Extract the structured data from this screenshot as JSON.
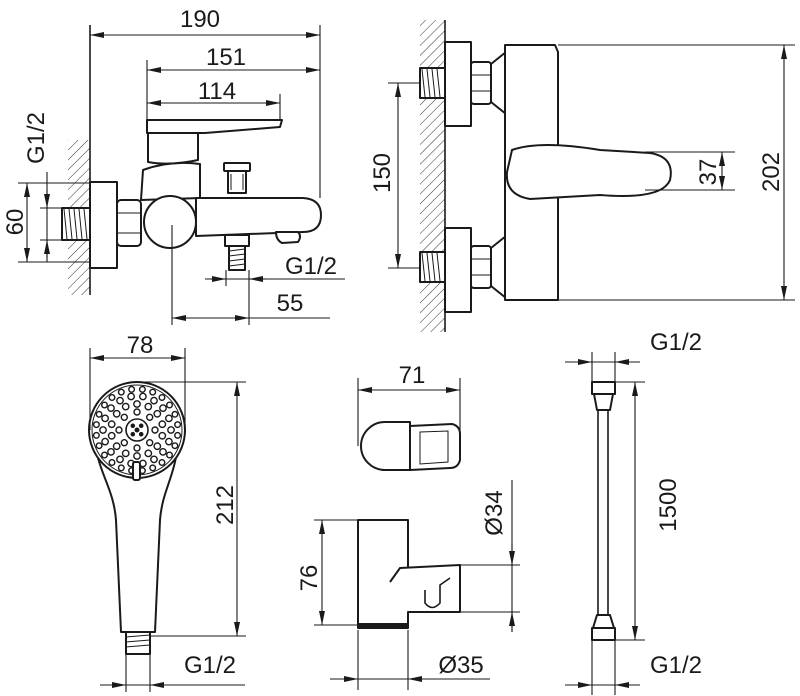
{
  "side_view": {
    "overall_length": "190",
    "lever_length": "151",
    "handle_length": "114",
    "inlet_thread": "G1/2",
    "inlet_height": "60",
    "outlet_thread": "G1/2",
    "outlet_offset": "55"
  },
  "front_view": {
    "inlet_centers": "150",
    "lever_tip": "37",
    "body_height": "202"
  },
  "hand_shower": {
    "head_width": "78",
    "length": "212",
    "thread": "G1/2"
  },
  "wall_holder": {
    "depth": "71",
    "cradle_diameter": "Ø34",
    "height": "76",
    "base_diameter": "Ø35"
  },
  "hose": {
    "top_thread": "G1/2",
    "length": "1500",
    "bottom_thread": "G1/2"
  }
}
